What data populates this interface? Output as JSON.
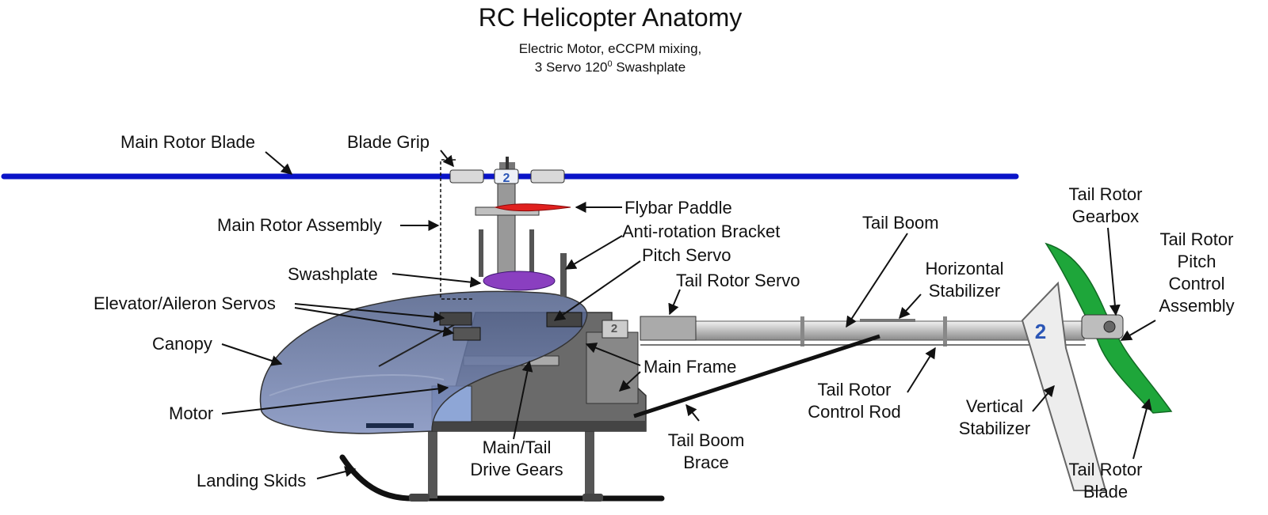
{
  "title": "RC Helicopter Anatomy",
  "subtitle_line1": "Electric Motor, eCCPM mixing,",
  "subtitle_line2_prefix": "3 Servo 120",
  "subtitle_line2_sup": "0",
  "subtitle_line2_suffix": " Swashplate",
  "colors": {
    "rotor_blade": "#0a14c8",
    "flybar_paddle": "#e0201e",
    "swashplate": "#8a3fc0",
    "canopy": "#5d6f9a",
    "tail_blade": "#1ea63a",
    "frame": "#5a5a5a",
    "boom": "#c8c8c8"
  },
  "labels": {
    "main_rotor_blade": "Main Rotor Blade",
    "blade_grip": "Blade Grip",
    "main_rotor_assembly": "Main Rotor Assembly",
    "flybar_paddle": "Flybar Paddle",
    "anti_rotation_bracket": "Anti-rotation Bracket",
    "pitch_servo": "Pitch Servo",
    "swashplate": "Swashplate",
    "tail_rotor_servo": "Tail Rotor Servo",
    "elevator_aileron_servos": "Elevator/Aileron Servos",
    "canopy": "Canopy",
    "main_frame": "Main Frame",
    "motor": "Motor",
    "main_tail_drive_gears_1": "Main/Tail",
    "main_tail_drive_gears_2": "Drive Gears",
    "landing_skids": "Landing Skids",
    "tail_boom": "Tail Boom",
    "horizontal_stabilizer_1": "Horizontal",
    "horizontal_stabilizer_2": "Stabilizer",
    "tail_rotor_control_rod_1": "Tail Rotor",
    "tail_rotor_control_rod_2": "Control Rod",
    "tail_boom_brace_1": "Tail Boom",
    "tail_boom_brace_2": "Brace",
    "vertical_stabilizer_1": "Vertical",
    "vertical_stabilizer_2": "Stabilizer",
    "tail_rotor_gearbox_1": "Tail Rotor",
    "tail_rotor_gearbox_2": "Gearbox",
    "tail_rotor_pitch_1": "Tail Rotor",
    "tail_rotor_pitch_2": "Pitch",
    "tail_rotor_pitch_3": "Control",
    "tail_rotor_pitch_4": "Assembly",
    "tail_rotor_blade_1": "Tail Rotor",
    "tail_rotor_blade_2": "Blade"
  },
  "decals": {
    "head_number": "2",
    "frame_number": "2",
    "fin_number": "2"
  }
}
